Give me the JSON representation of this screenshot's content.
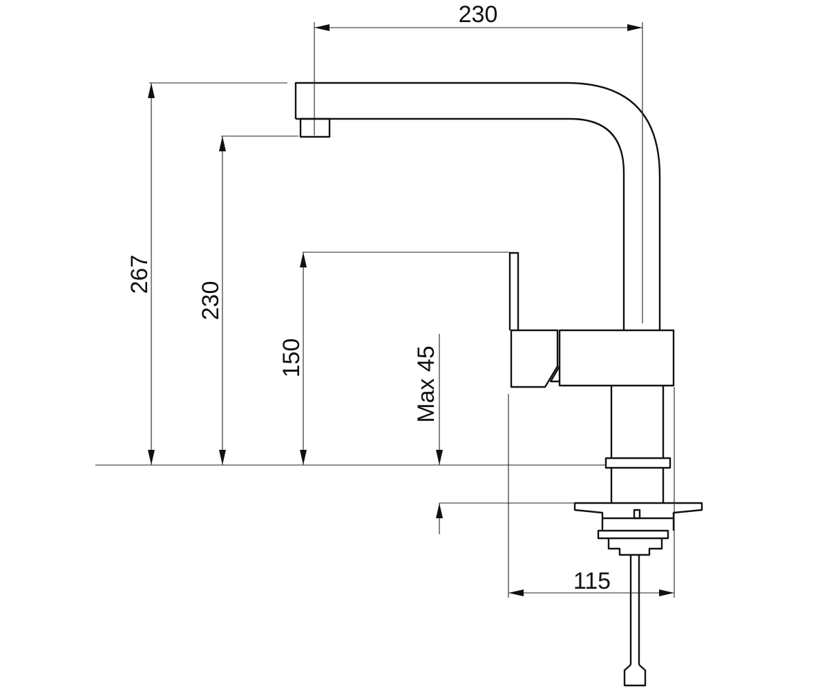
{
  "drawing": {
    "stroke_color": "#111111",
    "background": "#ffffff",
    "dimensions": {
      "spout_reach": "230",
      "total_height": "267",
      "spout_outlet_height": "230",
      "lever_height": "150",
      "max_deck_thickness": "Max 45",
      "base_diameter": "115"
    }
  }
}
